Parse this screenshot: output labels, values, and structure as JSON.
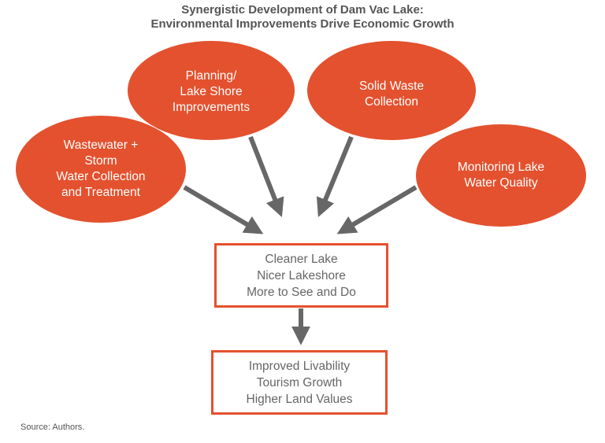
{
  "title": {
    "line1": "Synergistic Development of Dam Vac Lake:",
    "line2": "Environmental Improvements Drive Economic Growth"
  },
  "inputs": [
    {
      "lines": [
        "Wastewater +",
        "Storm",
        "Water Collection",
        "and Treatment"
      ]
    },
    {
      "lines": [
        "Planning/",
        "Lake Shore",
        "Improvements"
      ]
    },
    {
      "lines": [
        "Solid Waste",
        "Collection"
      ]
    },
    {
      "lines": [
        "Monitoring Lake",
        "Water Quality"
      ]
    }
  ],
  "outcome_box": {
    "lines": [
      "Cleaner Lake",
      "Nicer Lakeshore",
      "More to See and Do"
    ]
  },
  "result_box": {
    "lines": [
      "Improved Livability",
      "Tourism Growth",
      "Higher Land Values"
    ]
  },
  "source_note": "Source: Authors.",
  "colors": {
    "ellipse_fill": "#e4512e",
    "box_border": "#e4512e",
    "arrow": "#676767",
    "title_text": "#555555",
    "box_text": "#666666"
  }
}
